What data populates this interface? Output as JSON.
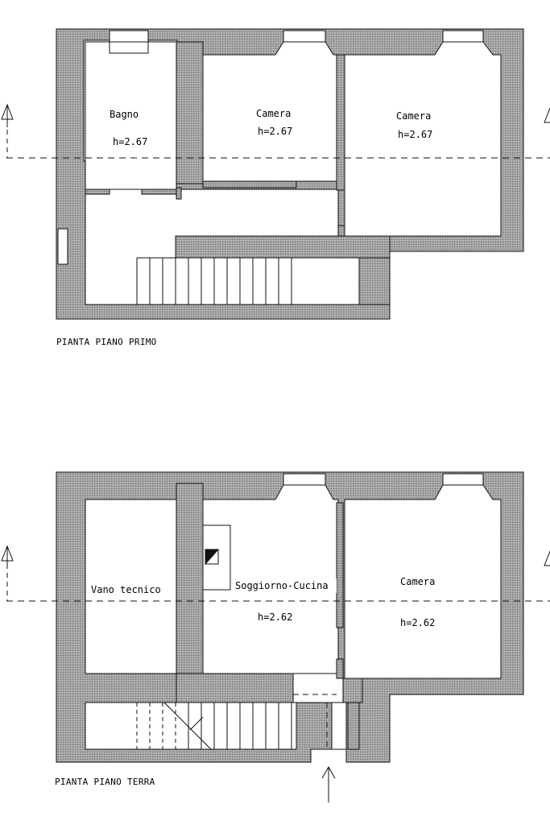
{
  "colors": {
    "wall": "#9a9a9a",
    "wall_line": "#111111",
    "background": "#ffffff"
  },
  "floors": {
    "primo": {
      "title": "PIANTA PIANO PRIMO",
      "rooms": [
        {
          "name": "Bagno",
          "height": "h=2.67"
        },
        {
          "name": "Camera",
          "height": "h=2.67"
        },
        {
          "name": "Camera",
          "height": "h=2.67"
        }
      ]
    },
    "terra": {
      "title": "PIANTA PIANO TERRA",
      "rooms": [
        {
          "name": "Vano tecnico",
          "height": ""
        },
        {
          "name": "Soggiorno-Cucina",
          "height": "h=2.62"
        },
        {
          "name": "Camera",
          "height": "h=2.62"
        }
      ]
    }
  }
}
